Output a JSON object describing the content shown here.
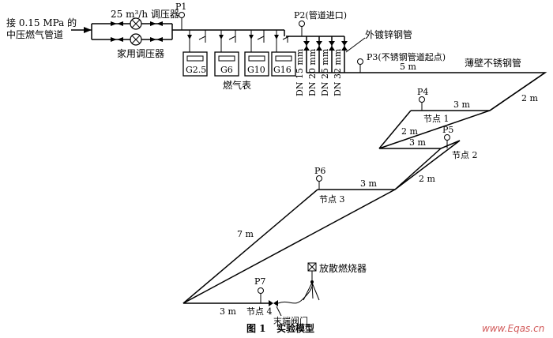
{
  "labels": {
    "inlet_line1": "接 0.15 MPa 的",
    "inlet_line2": "中压燃气管道",
    "regulator_big": "25 m³/h 调压器",
    "regulator_home": "家用调压器",
    "gas_meter": "燃气表",
    "galv_pipe": "外镀锌钢管",
    "ss_pipe": "薄壁不锈钢管",
    "burner": "放散燃烧器",
    "end_valve": "末端阀门",
    "caption_num": "图 1",
    "caption_title": "实验模型",
    "watermark": "www.Eqas.cn"
  },
  "points": {
    "p1": "P1",
    "p2": "P2(管道进口)",
    "p3": "P3(不锈钢管道起点)",
    "p4": "P4",
    "p5": "P5",
    "p6": "P6",
    "p7": "P7"
  },
  "nodes": {
    "n1": "节点 1",
    "n2": "节点 2",
    "n3": "节点 3",
    "n4": "节点 4"
  },
  "meters": [
    "G2.5",
    "G6",
    "G10",
    "G16"
  ],
  "branches": [
    "DN 15 mm",
    "DN 20 mm",
    "DN 25 mm",
    "DN 32 mm"
  ],
  "lengths": {
    "seg_5m": "5 m",
    "seg_2m_a": "2 m",
    "seg_3m_a": "3 m",
    "seg_2m_b": "2 m",
    "seg_3m_b": "3 m",
    "seg_2m_c": "2 m",
    "seg_3m_c": "3 m",
    "seg_7m": "7 m",
    "seg_3m_d": "3 m"
  }
}
